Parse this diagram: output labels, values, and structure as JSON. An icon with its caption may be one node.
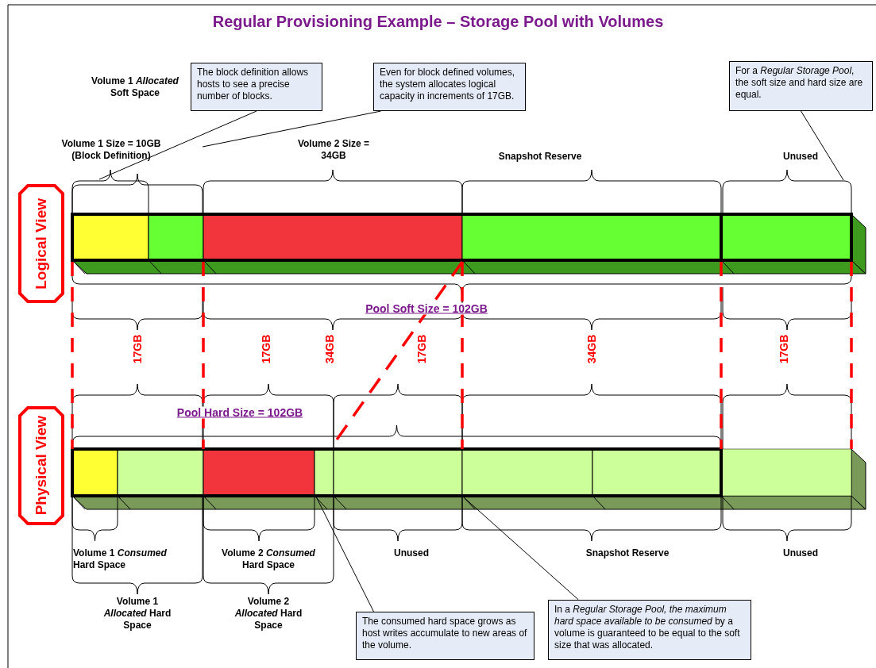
{
  "diagram": {
    "title": "Regular Provisioning Example – Storage Pool with Volumes",
    "nodes": [
      {
        "text": [
          "Logical View"
        ]
      },
      {
        "text": [
          "Physical View"
        ]
      },
      {
        "text": [
          "The block definition allows hosts to see a precise number of blocks."
        ]
      },
      {
        "text": [
          "Even for block defined volumes, the system allocates logical capacity in increments of 17GB."
        ]
      },
      {
        "text": [
          "For a *Regular Storage Pool*, the soft size and hard size are equal."
        ]
      },
      {
        "text": [
          "The consumed hard space grows as host writes accumulate to new areas of the volume."
        ]
      },
      {
        "text": [],
        "shape": "bar"
      },
      {
        "text": [],
        "shape": "bar"
      },
      {
        "text": [
          "In a *Regular Storage Pool, the maximum hard space available to be consumed* by a volume is guaranteed to be equal to the soft size that was allocated."
        ]
      }
    ],
    "edges": [
      {
        "from": 2,
        "to": 6,
        "arrow": "none"
      },
      {
        "from": 3,
        "to": null,
        "arrow": "none"
      },
      {
        "from": 4,
        "to": 6,
        "arrow": "none"
      },
      {
        "from": 5,
        "to": 7,
        "arrow": "none"
      },
      {
        "from": 8,
        "to": 7,
        "arrow": "none"
      }
    ],
    "labels": [
      "Volume 1 *Allocated* Soft Space",
      "Volume 1 Size = 10GB (Block Definition)",
      "Volume 2 Size = 34GB",
      "Snapshot Reserve",
      "Unused",
      "Pool Soft Size = 102GB",
      "17GB",
      "17GB",
      "34GB",
      "17GB",
      "34GB",
      "17GB",
      "Pool Hard Size = 102GB",
      "Volume 1 *Consumed* Hard Space",
      "Volume 2 *Consumed* Hard Space",
      "Unused",
      "Snapshot Reserve",
      "Unused",
      "Volume 1 *Allocated* Hard Space",
      "Volume 2 *Allocated* Hard Space"
    ]
  }
}
